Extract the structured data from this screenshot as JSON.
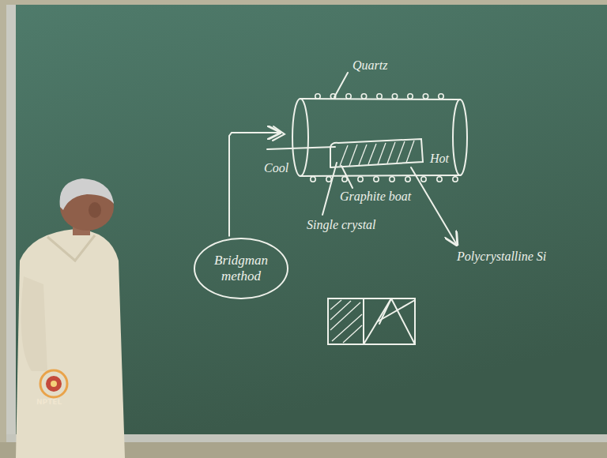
{
  "diagram": {
    "nodes": [
      {
        "text": [
          "Bridgman method"
        ]
      }
    ],
    "labels": [
      "Quartz",
      "Cool",
      "Hot",
      "Graphite boat",
      "Single crystal",
      "Polycrystalline Si",
      "NPTEL"
    ]
  }
}
